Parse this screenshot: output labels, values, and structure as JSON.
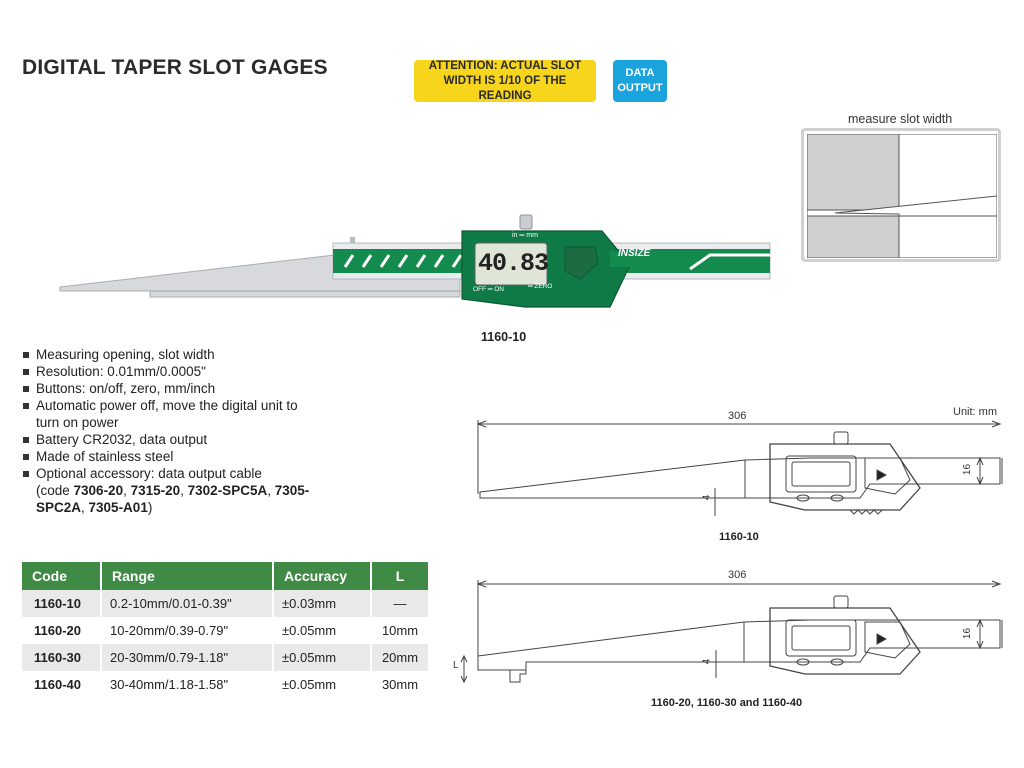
{
  "title": "DIGITAL TAPER SLOT GAGES",
  "attention_badge": "ATTENTION: ACTUAL SLOT WIDTH IS 1/10 OF THE READING",
  "data_output_badge": "DATA OUTPUT",
  "product": {
    "caption": "1160-10",
    "display_reading": "40.83",
    "switch_label": "in ═ mm",
    "off_on_label": "OFF ═ ON",
    "zero_label": "═ ZERO",
    "brand": "INSIZE"
  },
  "measure_diagram": {
    "title": "measure slot width"
  },
  "features": [
    {
      "text": "Measuring opening, slot width"
    },
    {
      "text": "Resolution: 0.01mm/0.0005\""
    },
    {
      "text": "Buttons: on/off, zero, mm/inch"
    },
    {
      "text": "Automatic power off, move the digital unit to turn on power"
    },
    {
      "text": "Battery CR2032, data output"
    },
    {
      "text": "Made of stainless steel"
    },
    {
      "text": "Optional accessory: data output cable"
    }
  ],
  "accessory_codes": {
    "prefix": "(code ",
    "codes": [
      "7306-20",
      "7315-20",
      "7302-SPC5A",
      "7305-SPC2A",
      "7305-A01"
    ],
    "separator": ", ",
    "suffix": ")"
  },
  "spec_table": {
    "headers": [
      "Code",
      "Range",
      "Accuracy",
      "L"
    ],
    "rows": [
      [
        "1160-10",
        "0.2-10mm/0.01-0.39\"",
        "±0.03mm",
        "—"
      ],
      [
        "1160-20",
        "10-20mm/0.39-0.79\"",
        "±0.05mm",
        "10mm"
      ],
      [
        "1160-30",
        "20-30mm/0.79-1.18\"",
        "±0.05mm",
        "20mm"
      ],
      [
        "1160-40",
        "30-40mm/1.18-1.58\"",
        "±0.05mm",
        "30mm"
      ]
    ]
  },
  "drawing_top": {
    "length_label": "306",
    "unit_label": "Unit: mm",
    "height_label": "16",
    "tip_label": "4",
    "caption": "1160-10"
  },
  "drawing_bottom": {
    "length_label": "306",
    "height_label": "16",
    "tip_label": "4",
    "l_label": "L",
    "caption": "1160-20, 1160-30 and 1160-40"
  }
}
